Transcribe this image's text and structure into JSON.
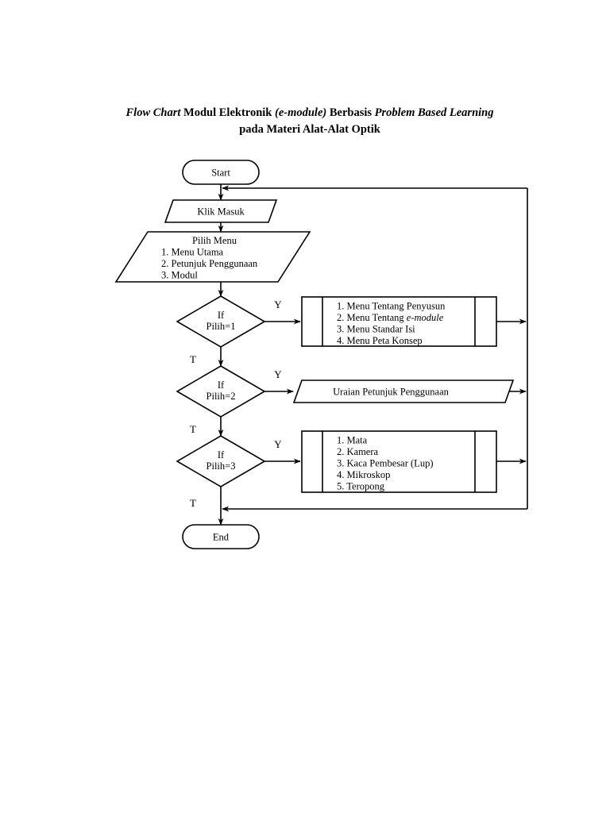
{
  "document": {
    "title_line1_a": "Flow Chart",
    "title_line1_b": " Modul Elektronik ",
    "title_line1_c": "(e-module)",
    "title_line1_d": " Berbasis ",
    "title_line1_e": "Problem Based Learning",
    "title_line2": "pada Materi Alat-Alat Optik"
  },
  "chart_data": {
    "type": "flowchart",
    "title": "Flow Chart Modul Elektronik (e-module) Berbasis Problem Based Learning pada Materi Alat-Alat Optik",
    "orientation": "top-to-bottom",
    "nodes": [
      {
        "id": "start",
        "shape": "terminator",
        "label": "Start"
      },
      {
        "id": "klik_masuk",
        "shape": "parallelogram",
        "label": "Klik Masuk"
      },
      {
        "id": "pilih_menu",
        "shape": "parallelogram",
        "label": "Pilih Menu",
        "items": [
          "1. Menu Utama",
          "2. Petunjuk Penggunaan",
          "3. Modul"
        ]
      },
      {
        "id": "if1",
        "shape": "decision",
        "label_line1": "If",
        "label_line2": "Pilih=1"
      },
      {
        "id": "proc1",
        "shape": "predefined-process",
        "items": [
          "1. Menu Tentang Penyusun",
          "2. Menu Tentang e-module",
          "3. Menu Standar Isi",
          "4. Menu Peta Konsep"
        ],
        "italic_items": {
          "1": "e-module"
        }
      },
      {
        "id": "if2",
        "shape": "decision",
        "label_line1": "If",
        "label_line2": "Pilih=2"
      },
      {
        "id": "proc2",
        "shape": "parallelogram",
        "label": "Uraian Petunjuk Penggunaan"
      },
      {
        "id": "if3",
        "shape": "decision",
        "label_line1": "If",
        "label_line2": "Pilih=3"
      },
      {
        "id": "proc3",
        "shape": "predefined-process",
        "items": [
          "1. Mata",
          "2. Kamera",
          "3. Kaca Pembesar (Lup)",
          "4. Mikroskop",
          "5. Teropong"
        ]
      },
      {
        "id": "end",
        "shape": "terminator",
        "label": "End"
      }
    ],
    "edges": [
      {
        "from": "start",
        "to": "klik_masuk",
        "label": ""
      },
      {
        "from": "klik_masuk",
        "to": "pilih_menu",
        "label": ""
      },
      {
        "from": "pilih_menu",
        "to": "if1",
        "label": ""
      },
      {
        "from": "if1",
        "to": "proc1",
        "label": "Y"
      },
      {
        "from": "if1",
        "to": "if2",
        "label": "T"
      },
      {
        "from": "if2",
        "to": "proc2",
        "label": "Y"
      },
      {
        "from": "if2",
        "to": "if3",
        "label": "T"
      },
      {
        "from": "if3",
        "to": "proc3",
        "label": "Y"
      },
      {
        "from": "if3",
        "to": "end",
        "label": "T"
      },
      {
        "from": "proc1",
        "to": "klik_masuk",
        "label": "",
        "via": "right-return-loop"
      },
      {
        "from": "proc2",
        "to": "klik_masuk",
        "label": "",
        "via": "right-return-loop"
      },
      {
        "from": "proc3",
        "to": "end",
        "label": "",
        "via": "right-return-loop"
      }
    ],
    "branch_labels": {
      "yes": "Y",
      "no": "T"
    },
    "colors": {
      "stroke": "#000000",
      "fill": "#ffffff",
      "text": "#000000"
    }
  }
}
